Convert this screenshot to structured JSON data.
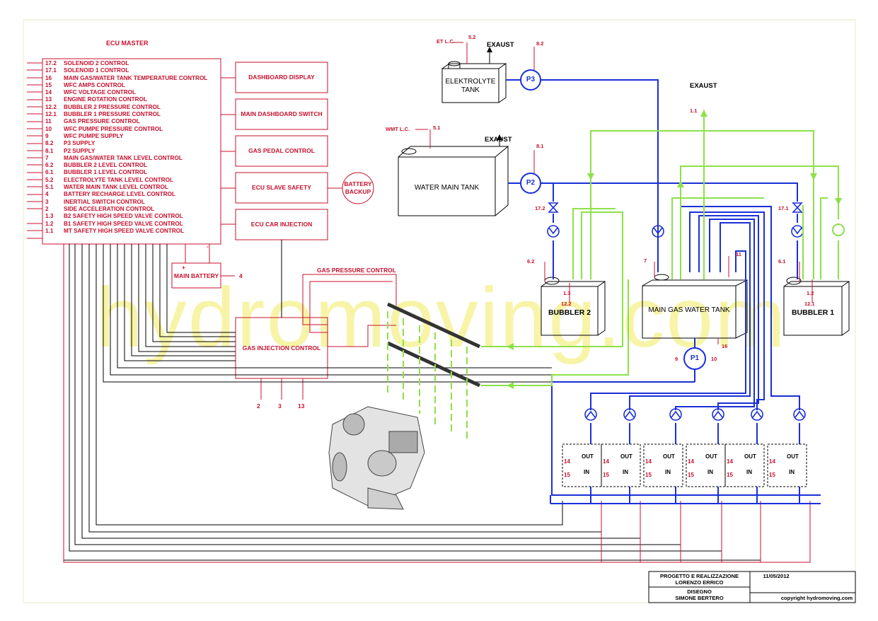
{
  "ecu_master": {
    "title": "ECU MASTER",
    "rows": [
      {
        "num": "17.2",
        "label": "SOLENOID 2 CONTROL"
      },
      {
        "num": "17.1",
        "label": "SOLENOID 1 CONTROL"
      },
      {
        "num": "16",
        "label": "MAIN GAS/WATER TANK TEMPERATURE CONTROL"
      },
      {
        "num": "15",
        "label": "WFC AMPS CONTROL"
      },
      {
        "num": "14",
        "label": "WFC VOLTAGE CONTROL"
      },
      {
        "num": "13",
        "label": "ENGINE ROTATION CONTROL"
      },
      {
        "num": "12.2",
        "label": "BUBBLER 2 PRESSURE CONTROL"
      },
      {
        "num": "12.1",
        "label": "BUBBLER 1 PRESSURE CONTROL"
      },
      {
        "num": "11",
        "label": "GAS PRESSURE CONTROL"
      },
      {
        "num": "10",
        "label": "WFC PUMPE PRESSURE CONTROL"
      },
      {
        "num": "9",
        "label": "WFC PUMPE SUPPLY"
      },
      {
        "num": "8.2",
        "label": "P3 SUPPLY"
      },
      {
        "num": "8.1",
        "label": "P2 SUPPLY"
      },
      {
        "num": "7",
        "label": "MAIN GAS/WATER TANK LEVEL CONTROL"
      },
      {
        "num": "6.2",
        "label": "BUBBLER 2 LEVEL CONTROL"
      },
      {
        "num": "6.1",
        "label": "BUBBLER 1 LEVEL CONTROL"
      },
      {
        "num": "5.2",
        "label": "ELECTROLYTE TANK LEVEL CONTROL"
      },
      {
        "num": "5.1",
        "label": "WATER MAIN TANK LEVEL CONTROL"
      },
      {
        "num": "4",
        "label": "BATTERY RECHARGE LEVEL CONTROL"
      },
      {
        "num": "3",
        "label": "INERTIAL SWITCH CONTROL"
      },
      {
        "num": "2",
        "label": "SIDE ACCELERATION CONTROL"
      },
      {
        "num": "",
        "label": ""
      },
      {
        "num": "1.3",
        "label": "B2 SAFETY HIGH SPEED VALVE CONTROL"
      },
      {
        "num": "1.2",
        "label": "B1 SAFETY HIGH SPEED VALVE CONTROL"
      },
      {
        "num": "1.1",
        "label": "MT SAFETY HIGH SPEED VALVE CONTROL"
      }
    ]
  },
  "side_boxes": {
    "dashboard_display": "DASHBOARD DISPLAY",
    "main_dashboard_switch": "MAIN DASHBOARD SWITCH",
    "gas_pedal_control": "GAS PEDAL CONTROL",
    "ecu_slave_safety": "ECU SLAVE SAFETY",
    "ecu_car_injection": "ECU CAR INJECTION",
    "battery_backup_line1": "BATTERY",
    "battery_backup_line2": "BACKUP"
  },
  "main_battery": {
    "label": "MAIN BATTERY",
    "plus": "+",
    "minus": "-",
    "ref": "4"
  },
  "gas_injection": {
    "label": "GAS INJECTION CONTROL",
    "pins": [
      "2",
      "3",
      "13"
    ]
  },
  "gas_pressure_control": "GAS PRESSURE CONTROL",
  "tanks": {
    "elektrolyte_line1": "ELEKTROLYTE",
    "elektrolyte_line2": "TANK",
    "water_main": "WATER MAIN TANK",
    "bubbler2": "BUBBLER 2",
    "main_gas_water": "MAIN GAS WATER TANK",
    "bubbler1": "BUBBLER 1"
  },
  "level_labels": {
    "et": "ET L.C.",
    "wmt": "WMT L.C."
  },
  "refs": {
    "r5_2": "5.2",
    "r8_2": "8.2",
    "r5_1": "5.1",
    "r8_1": "8.1",
    "r1_1": "1.1",
    "r17_2": "17.2",
    "r17_1": "17.1",
    "r6_2": "6.2",
    "r6_1": "6.1",
    "r7": "7",
    "r11": "11",
    "r1_3": "1.3",
    "r12_2": "12.2",
    "r1_2": "1.2",
    "r12_1": "12.1",
    "r16": "16",
    "r9": "9",
    "r10": "10"
  },
  "exaust": "EXAUST",
  "pumps": {
    "p1": "P1",
    "p2": "P2",
    "p3": "P3"
  },
  "cells": {
    "out": "OUT",
    "in": "IN",
    "l14": "14",
    "l15": "15",
    "count": 6
  },
  "title_block": {
    "line1": "PROGETTO E REALIZZAZIONE",
    "line2": "LORENZO ERRICO",
    "line3": "DISEGNO",
    "line4": "SIMONE BERTERO",
    "date": "11/05/2012",
    "copyright": "copyright hydromoving.com"
  },
  "watermark": "hydromoving.com",
  "colors": {
    "red": "#c8102e",
    "blue": "#1a2fd8",
    "green": "#8ee04a",
    "black": "#000000",
    "watermark": "#f6f39a"
  }
}
